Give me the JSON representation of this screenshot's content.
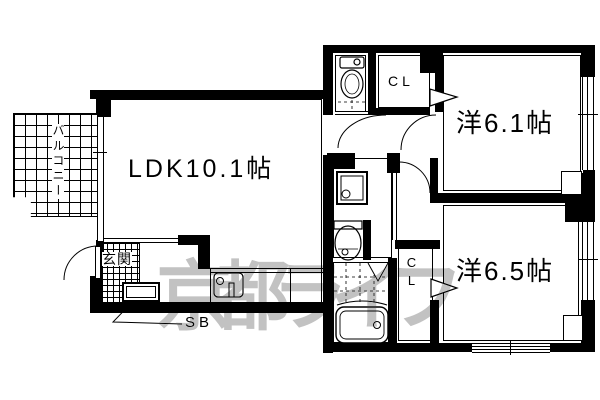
{
  "floor_plan": {
    "rooms": {
      "ldk": {
        "label": "LDK10.1帖"
      },
      "western_6_1": {
        "label": "洋6.1帖"
      },
      "western_6_5": {
        "label": "洋6.5帖"
      },
      "balcony": {
        "label": "バルコニー"
      },
      "entrance": {
        "label": "玄関"
      },
      "closet_upper": {
        "label": "CL"
      },
      "closet_lower": {
        "label": "CL"
      },
      "shoe_box": {
        "label": "SB"
      }
    },
    "watermark": {
      "text": "京都ライフ"
    },
    "colors": {
      "wall": "#000000",
      "background": "#ffffff",
      "watermark_gray": "#c2c2c2"
    }
  }
}
